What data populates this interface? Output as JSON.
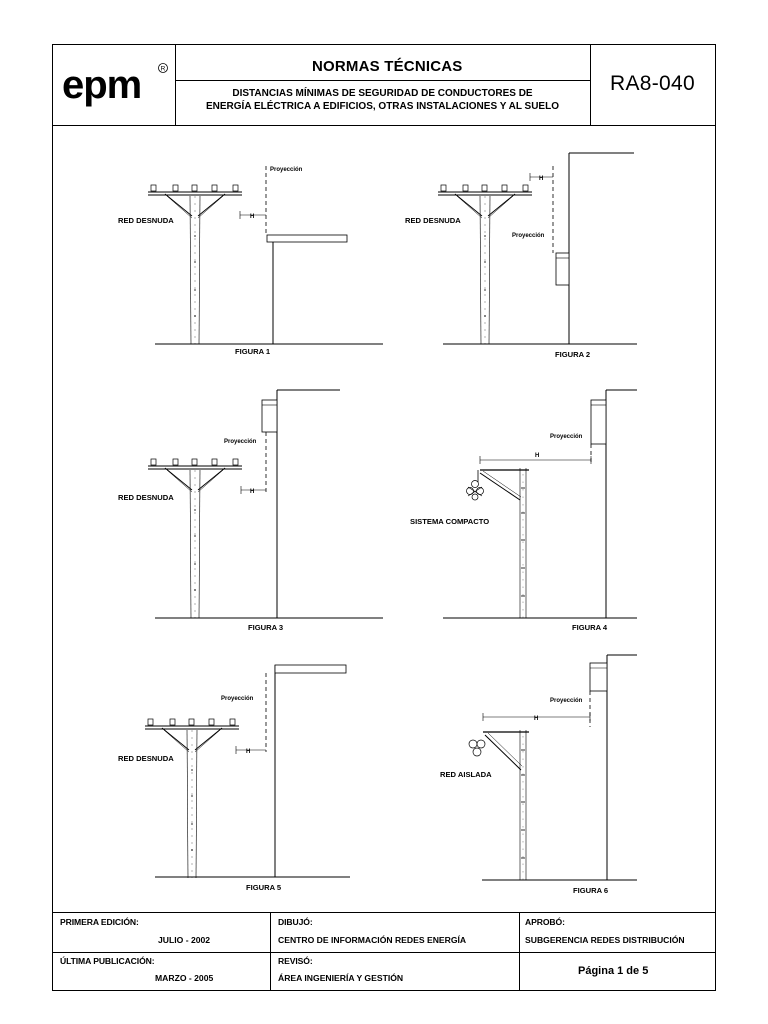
{
  "header": {
    "logo_text": "epm",
    "title": "NORMAS TÉCNICAS",
    "subtitle_line1": "DISTANCIAS MÍNIMAS DE SEGURIDAD DE CONDUCTORES DE",
    "subtitle_line2": "ENERGÍA ELÉCTRICA A EDIFICIOS, OTRAS INSTALACIONES Y AL SUELO",
    "code": "RA8-040"
  },
  "figures": {
    "proyeccion": "Proyección",
    "h": "H",
    "red_desnuda": "RED DESNUDA",
    "sistema_compacto": "SISTEMA COMPACTO",
    "red_aislada": "RED AISLADA",
    "fig1": "FIGURA 1",
    "fig2": "FIGURA 2",
    "fig3": "FIGURA 3",
    "fig4": "FIGURA 4",
    "fig5": "FIGURA 5",
    "fig6": "FIGURA 6"
  },
  "footer": {
    "primera_edicion_label": "PRIMERA EDICIÓN:",
    "primera_edicion_value": "JULIO - 2002",
    "ultima_publicacion_label": "ÚLTIMA PUBLICACIÓN:",
    "ultima_publicacion_value": "MARZO - 2005",
    "dibujo_label": "DIBUJÓ:",
    "dibujo_value": "CENTRO DE INFORMACIÓN REDES ENERGÍA",
    "reviso_label": "REVISÓ:",
    "reviso_value": "ÁREA INGENIERÍA Y GESTIÓN",
    "aprobo_label": "APROBÓ:",
    "aprobo_value": "SUBGERENCIA  REDES DISTRIBUCIÓN",
    "pagina": "Página 1 de 5"
  }
}
